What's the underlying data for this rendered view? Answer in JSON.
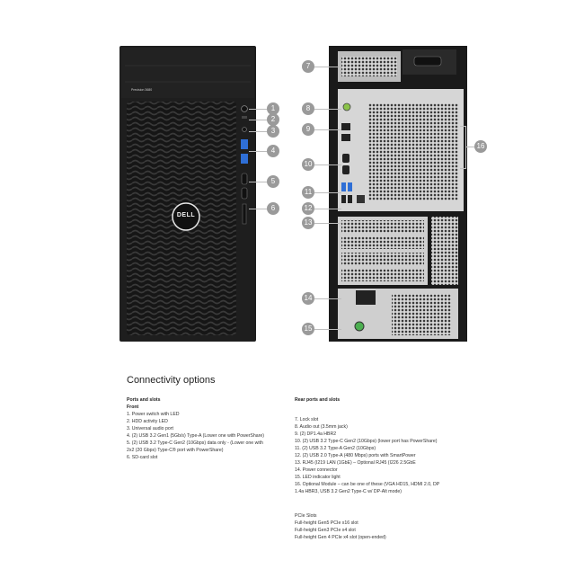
{
  "front": {
    "model_label": "Precision 3680",
    "logo_text": "DELL",
    "callouts": [
      "1",
      "2",
      "3",
      "4",
      "5",
      "6"
    ]
  },
  "rear": {
    "callouts": [
      "7",
      "8",
      "9",
      "10",
      "11",
      "12",
      "13",
      "14",
      "15",
      "16"
    ]
  },
  "section_title": "Connectivity options",
  "ports_heading": "Ports and slots",
  "front_heading": "Front",
  "front_items": [
    "1. Power switch with LED",
    "2. HDD activity LED",
    "3. Universal audio port",
    "4. (2) USB 3.2 Gen1 (5Gb/s) Type-A (Lower one with PowerShare)",
    "5. (2) USB 3.2 Type-C Gen2 (10Gbps) data only - (Lower one with",
    "2x2 (20 Gbps) Type-C® port with PowerShare)",
    "6. SD-card slot"
  ],
  "rear_heading": "Rear ports and slots",
  "rear_items": [
    "7. Lock slot",
    "8. Audio out (3.5mm jack)",
    "9. (2) DP1.4a HBR2",
    "10. (2) USB 3.2 Type-C Gen2 (10Gbps) (lower port has PowerShare)",
    "11. (2) USB 3.2 Type-A Gen2 (10Gbps)",
    "12. (2) USB 2.0 Type-A (480 Mbps) ports with SmartPower",
    "13. RJ45 (I219 LAN (1GbE) – Optional RJ45 (I226 2.5GbE",
    "14. Power connector",
    "15. LED indicator light",
    "16. Optional Module – can be one of these (VGA HD15, HDMI 2.0, DP",
    "1.4a HBR3, USB 3.2 Gen2 Type-C w/ DP-Alt mode)"
  ],
  "pcie_items": [
    "PCIe Slots",
    "Full-height Gen5 PCIe x16 slot",
    "Full-height Gen3 PCIe x4 slot",
    "Full-height Gen 4 PCIe x4 slot (open-ended)"
  ],
  "colors": {
    "chassis": "#1b1b1b",
    "callout": "#9a9a9a",
    "usb_blue": "#2f6fd6",
    "led_green": "#4caf50"
  }
}
